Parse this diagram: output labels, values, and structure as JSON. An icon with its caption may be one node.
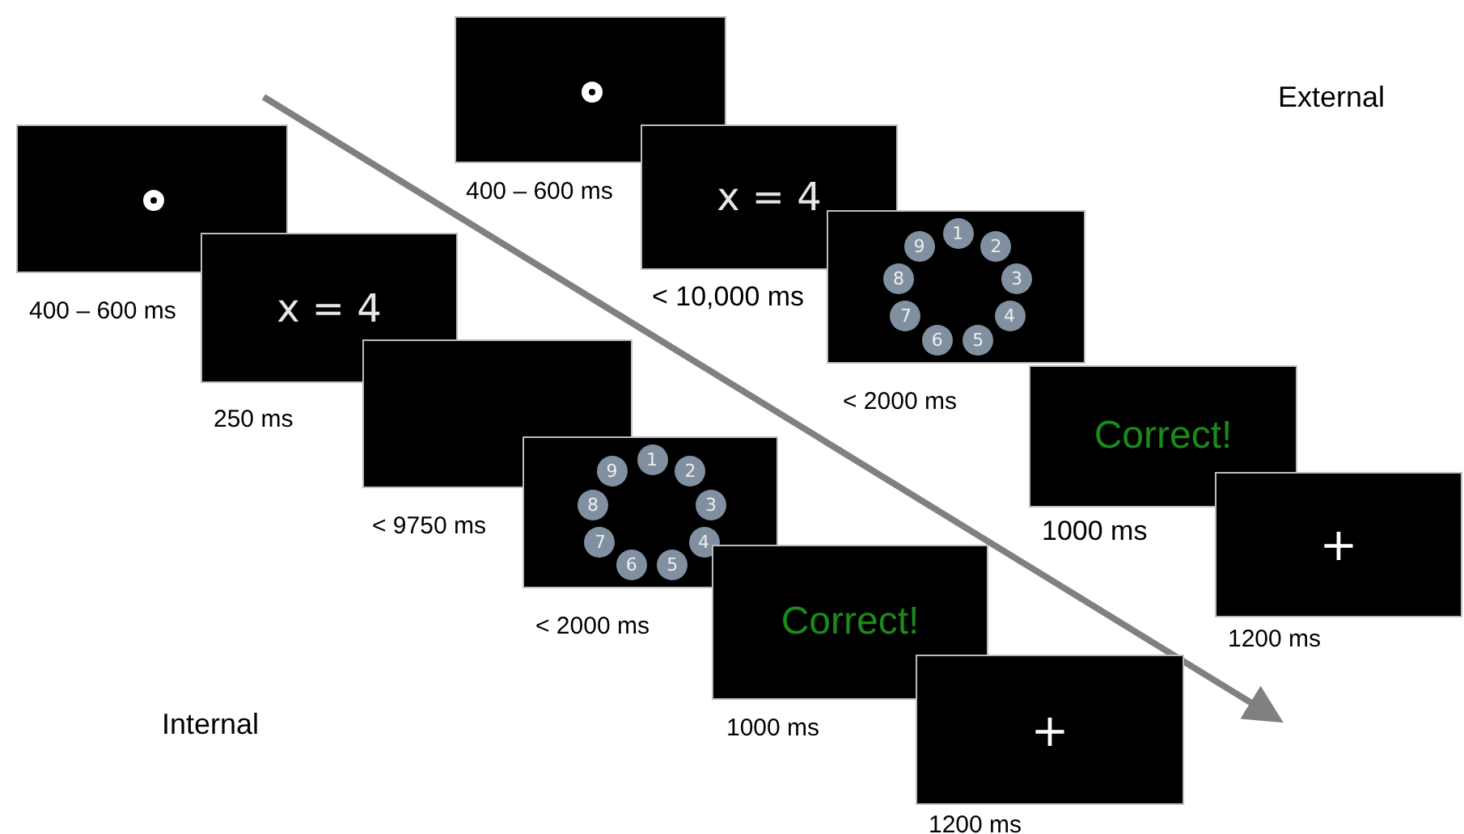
{
  "diagram": {
    "nodes": [
      {
        "text": [],
        "shape": "box",
        "beside": [
          "400 – 600 ms"
        ]
      },
      {
        "text": [
          "x = 4"
        ],
        "beside": [
          "250 ms"
        ]
      },
      {
        "text": [],
        "shape": "box",
        "beside": [
          "< 9750 ms"
        ]
      },
      {
        "text": [],
        "shape": "box",
        "beside": [
          "< 2000 ms"
        ]
      },
      {
        "text": [
          "1"
        ],
        "in": 3
      },
      {
        "text": [
          "2"
        ],
        "in": 3
      },
      {
        "text": [
          "3"
        ],
        "in": 3
      },
      {
        "text": [
          "4"
        ],
        "in": 3
      },
      {
        "text": [
          "5"
        ],
        "in": 3
      },
      {
        "text": [
          "6"
        ],
        "in": 3
      },
      {
        "text": [
          "7"
        ],
        "in": 3
      },
      {
        "text": [
          "8"
        ],
        "in": 3
      },
      {
        "text": [
          "9"
        ]
      },
      {
        "text": [
          "Correct!"
        ],
        "beside": [
          "1000 ms"
        ]
      },
      {
        "text": [
          "+"
        ],
        "beside": [
          "1200 ms"
        ]
      },
      {
        "text": [],
        "shape": "box",
        "beside": [
          "400 – 600 ms"
        ]
      },
      {
        "text": [
          "x = 4"
        ],
        "beside": [
          "< 10,000 ms"
        ]
      },
      {
        "text": [],
        "shape": "box",
        "beside": [
          "< 2000 ms"
        ]
      },
      {
        "text": [
          "1"
        ],
        "in": 17
      },
      {
        "text": [
          "2"
        ],
        "in": 17
      },
      {
        "text": [
          "3"
        ],
        "in": 17
      },
      {
        "text": [
          "4"
        ],
        "in": 17
      },
      {
        "text": [
          "5"
        ],
        "in": 17
      },
      {
        "text": [
          "6"
        ],
        "in": 17
      },
      {
        "text": [
          "7"
        ],
        "in": 17
      },
      {
        "text": [
          "8"
        ],
        "in": 17
      },
      {
        "text": [
          "9"
        ],
        "in": 17
      },
      {
        "text": [
          "Correct!"
        ],
        "beside": [
          "1000 ms"
        ]
      },
      {
        "text": [
          "+"
        ],
        "beside": [
          "1200 ms"
        ]
      }
    ],
    "labels": [
      "External",
      "Internal"
    ]
  }
}
